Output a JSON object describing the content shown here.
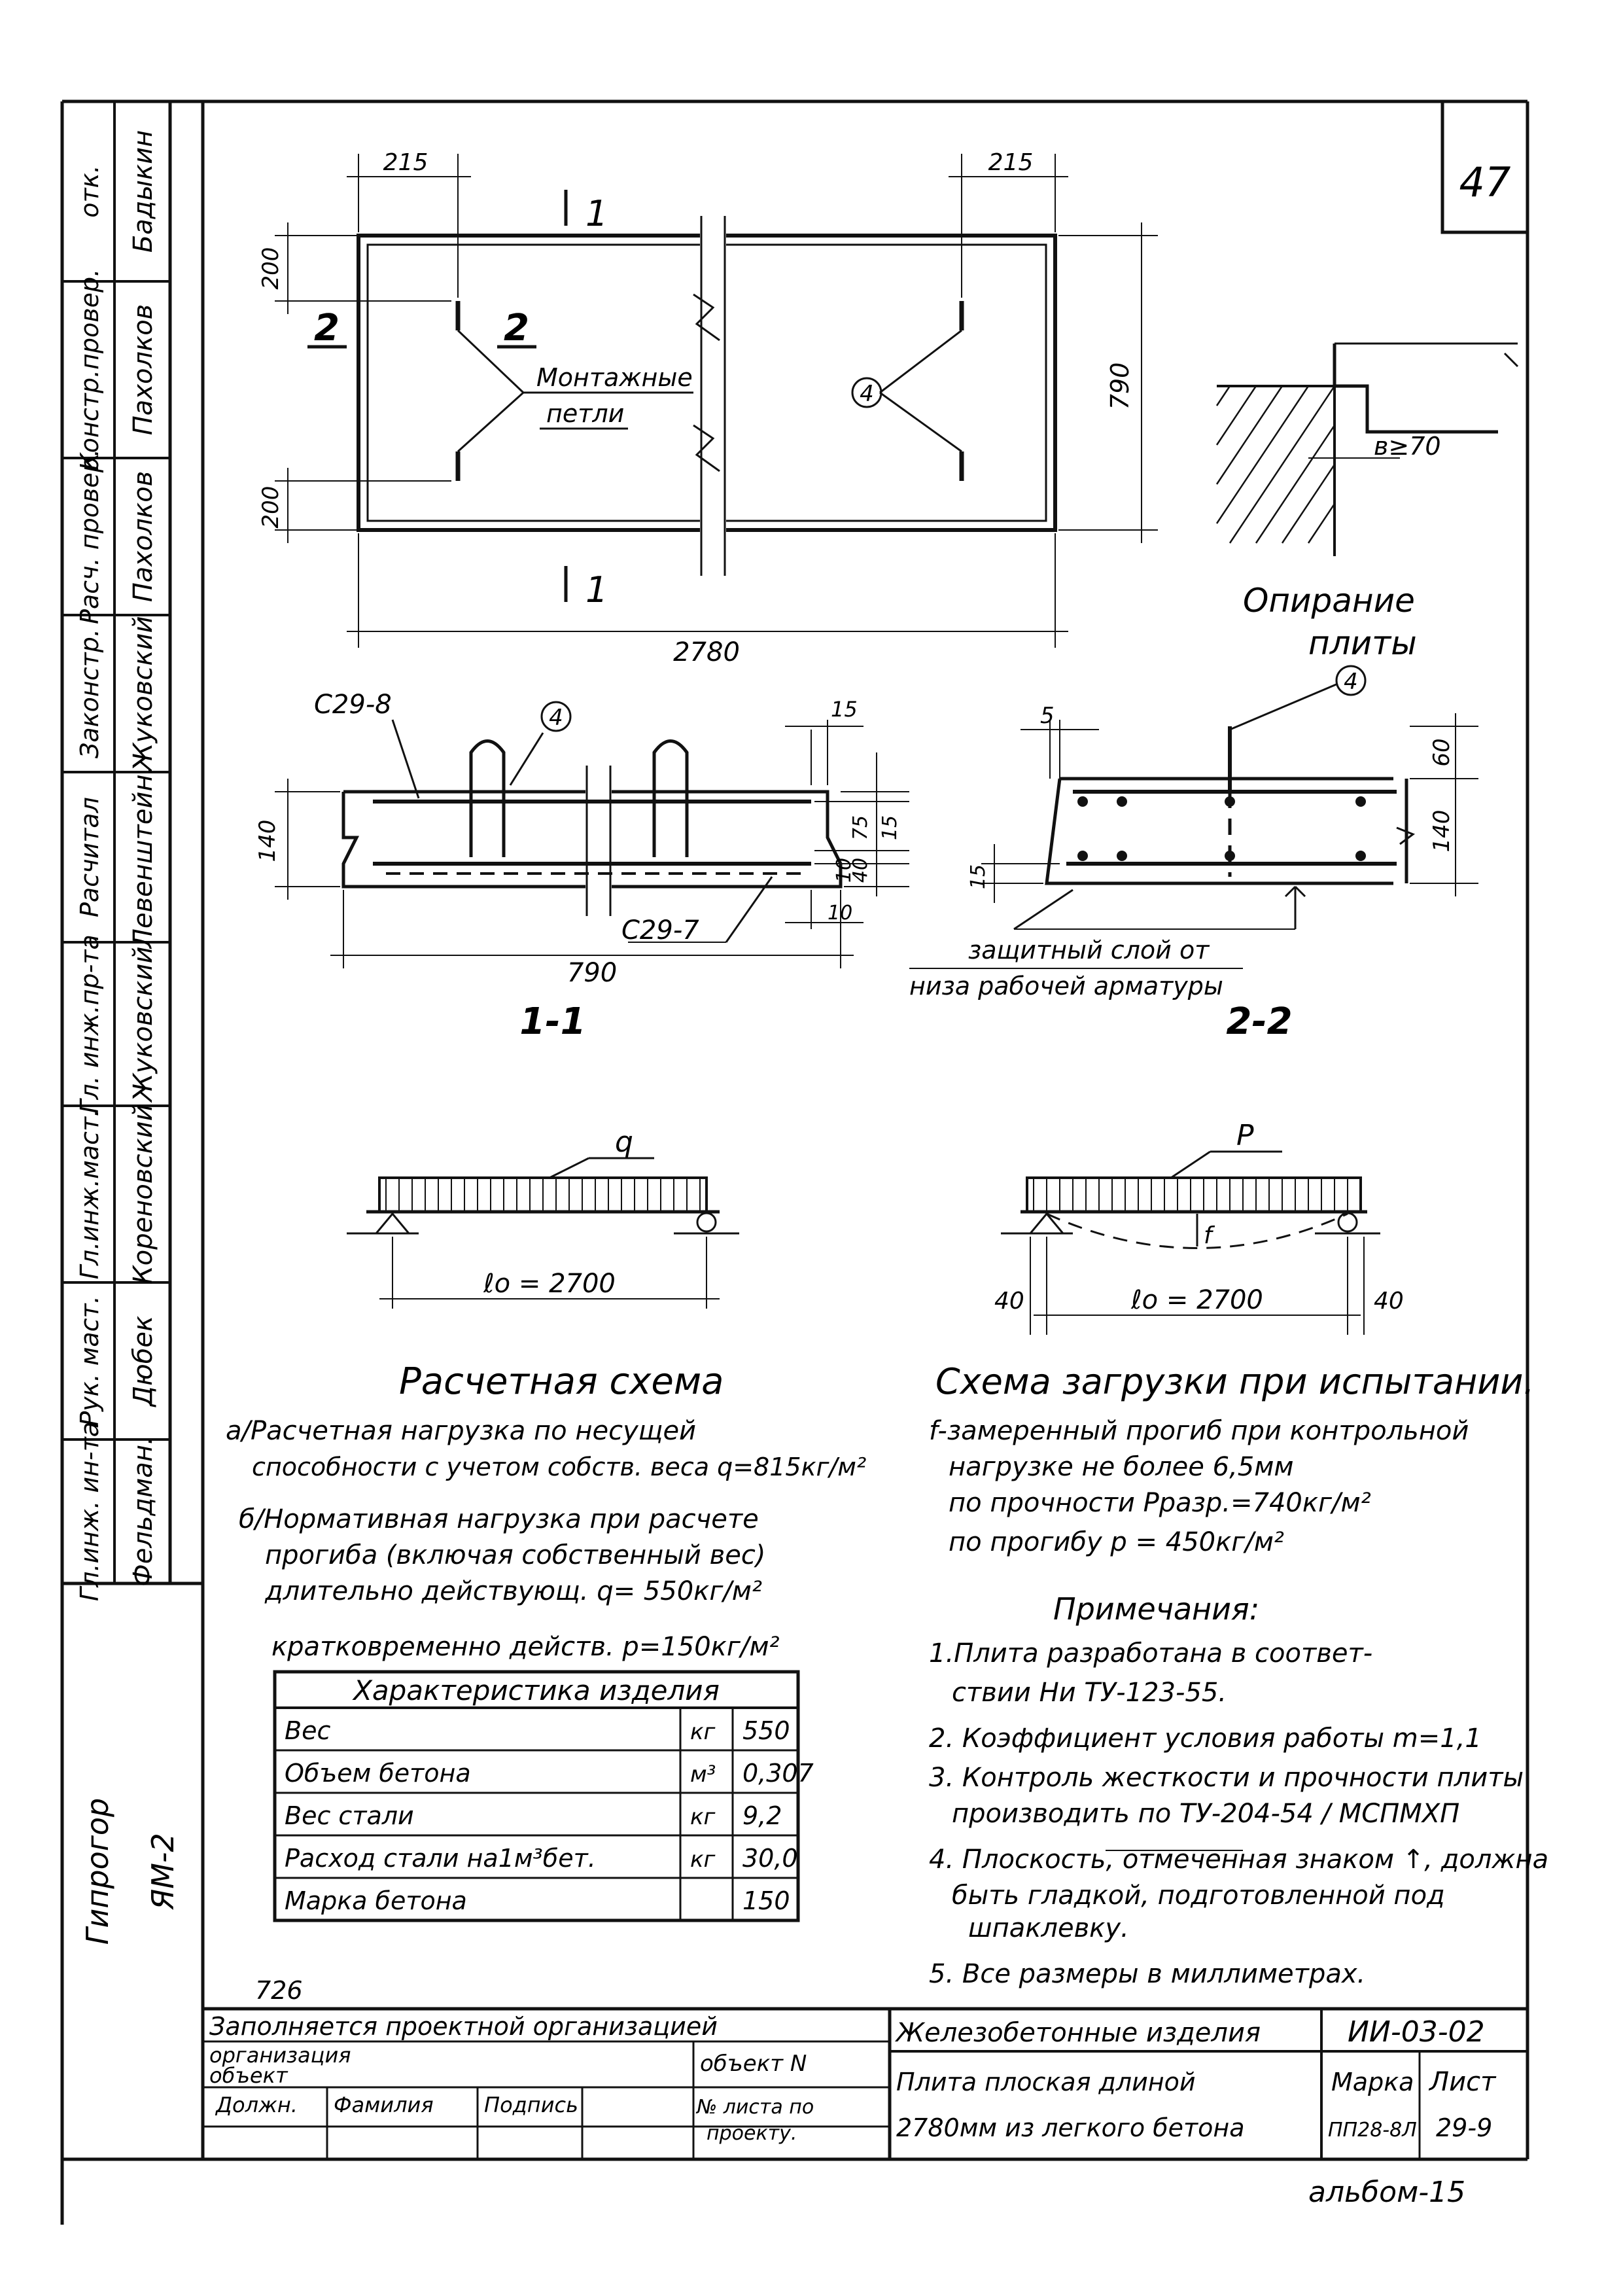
{
  "sheet": {
    "number": "47",
    "album": "альбом-15",
    "page_code": "726"
  },
  "sidebar": {
    "roles": [
      "отк.",
      "Констр.провер.",
      "Расч. провер.",
      "Законстр.",
      "Расчитал",
      "Гл. инж.пр-та",
      "Гл.инж.маст.",
      "Рук. маст.",
      "Гл.инж. ин-та",
      "Гипрогор"
    ],
    "names": [
      "Бадыкин",
      "Пахолков",
      "Пахолков",
      "Жуковский",
      "Левенштейн.",
      "Жуковский",
      "Кореновский",
      "Дюбек",
      "Фельдман.",
      "ЯМ-2"
    ]
  },
  "plan": {
    "dim_left_edge": "215",
    "dim_right_edge": "215",
    "dim_top_loop": "200",
    "dim_bottom_loop": "200",
    "dim_height": "790",
    "dim_length": "2780",
    "cut_1_top": "1",
    "cut_1_bottom": "1",
    "cut_2_left": "2",
    "cut_2_mid": "2",
    "loops_label_1": "Монтажные",
    "loops_label_2": "петли",
    "callout": "4"
  },
  "support": {
    "dim": "в≥70",
    "title_1": "Опирание",
    "title_2": "плиты"
  },
  "section11": {
    "label_top_rebar": "С29-8",
    "label_bottom_rebar": "С29-7",
    "callout": "4",
    "dim_height": "140",
    "dim_width": "790",
    "dim_15": "15",
    "dim_75": "75",
    "dim_15b": "15",
    "dim_40": "40",
    "dim_10a": "10",
    "dim_10b": "10",
    "title": "1-1"
  },
  "section22": {
    "callout": "4",
    "dim_5": "5",
    "dim_60": "60",
    "dim_140": "140",
    "dim_15": "15",
    "note_1": "защитный слой от",
    "note_2": "низа рабочей арматуры",
    "title": "2-2"
  },
  "calc_scheme": {
    "load_label": "q",
    "span": "ℓо = 2700",
    "title": "Расчетная схема",
    "a_1": "а/Расчетная нагрузка по несущей",
    "a_2": "способности с учетом собств. веса q=815кг/м²",
    "b_1": "б/Нормативная нагрузка при расчете",
    "b_2": "прогиба (включая собственный вес)",
    "b_3": "длительно действующ. q= 550кг/м²",
    "b_4": "кратковременно действ. р=150кг/м²"
  },
  "test_scheme": {
    "load_label": "Р",
    "deflection_label": "f",
    "dim_left": "40",
    "dim_right": "40",
    "span": "ℓо = 2700",
    "title": "Схема загрузки при испытании.",
    "t_1": "f-замеренный прогиб при контрольной",
    "t_2": "нагрузке не более 6,5мм",
    "t_3": "по прочности Рразр.=740кг/м²",
    "t_4": "по прогибу р = 450кг/м²"
  },
  "spec_table": {
    "title": "Характеристика изделия",
    "rows": [
      {
        "name": "Вес",
        "unit": "кг",
        "value": "550"
      },
      {
        "name": "Объем бетона",
        "unit": "м³",
        "value": "0,307"
      },
      {
        "name": "Вес стали",
        "unit": "кг",
        "value": "9,2"
      },
      {
        "name": "Расход стали на1м³бет.",
        "unit": "кг",
        "value": "30,0"
      },
      {
        "name": "Марка бетона",
        "unit": "",
        "value": "150"
      }
    ]
  },
  "notes": {
    "title": "Примечания:",
    "lines": [
      "1.Плита разработана в соответ-",
      "ствии Ни ТУ-123-55.",
      "2. Коэффициент условия работы m=1,1",
      "3. Контроль жесткости и прочности плиты",
      "производить по ТУ-204-54 / МСПМХП",
      "4. Плоскость, отмеченная знаком ↑, должна",
      "быть гладкой, подготовленной под",
      "шпаклевку.",
      "5. Все размеры в миллиметрах."
    ]
  },
  "title_block": {
    "filled_by": "Заполняется проектной организацией",
    "org": "организация",
    "object": "объект",
    "object_n": "объект N",
    "position": "Должн.",
    "surname": "Фамилия",
    "signature": "Подпись",
    "sheet_no_1": "№ листа по",
    "sheet_no_2": "проекту.",
    "category": "Железобетонные изделия",
    "series": "ИИ-03-02",
    "desc_1": "Плита плоская длиной",
    "desc_2": "2780мм из легкого бетона",
    "mark_label": "Марка",
    "mark_value": "ПП28-8Л",
    "sheet_label": "Лист",
    "sheet_value": "29-9"
  }
}
